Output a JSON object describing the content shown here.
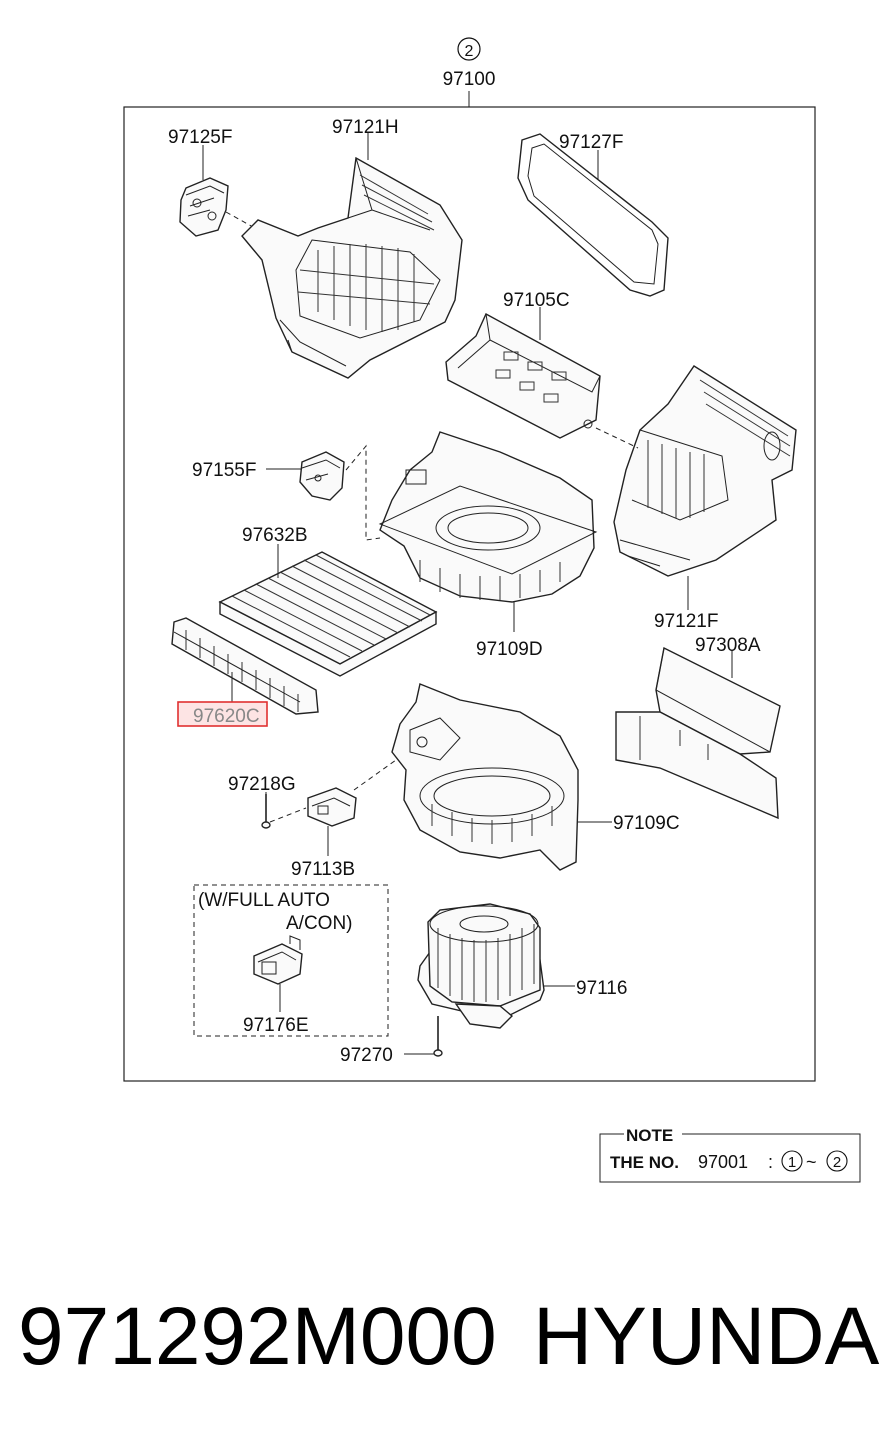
{
  "assembly": {
    "marker": "2",
    "part_no": "97100"
  },
  "callouts": {
    "p97125F": "97125F",
    "p97121H": "97121H",
    "p97127F": "97127F",
    "p97105C": "97105C",
    "p97155F": "97155F",
    "p97632B": "97632B",
    "p97109D": "97109D",
    "p97121F": "97121F",
    "p97308A": "97308A",
    "p97620C": "97620C",
    "p97218G": "97218G",
    "p97109C": "97109C",
    "p97113B": "97113B",
    "p97116": "97116",
    "p97176E": "97176E",
    "p97270": "97270"
  },
  "option_box": {
    "line1": "(W/FULL AUTO",
    "line2": "A/CON)"
  },
  "highlight": {
    "color": "#e03030",
    "fill": "#fde4e4"
  },
  "note": {
    "title": "NOTE",
    "prefix": "THE NO.",
    "range_part": "97001",
    "colon": ":",
    "from": "1",
    "tilde": "~",
    "to": "2"
  },
  "footer": {
    "part_number": "971292M000",
    "brand": "HYUNDAI"
  }
}
